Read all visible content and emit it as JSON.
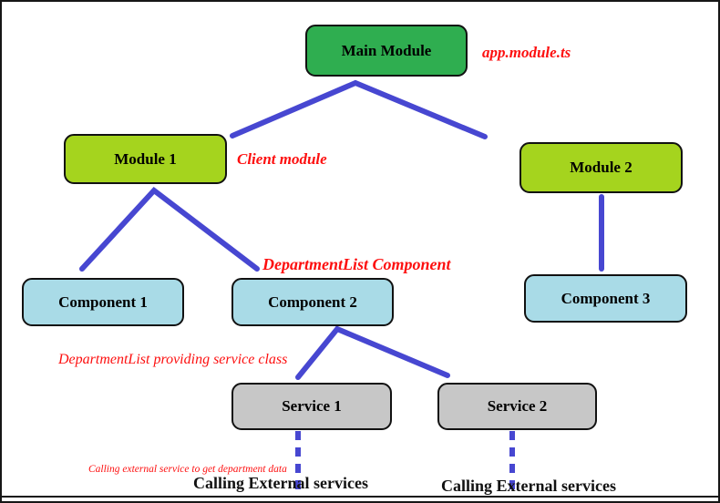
{
  "diagram": {
    "nodes": [
      {
        "id": "main-module",
        "label": "Main Module",
        "fill": "#2fae50"
      },
      {
        "id": "module-1",
        "label": "Module 1",
        "fill": "#a5d41e"
      },
      {
        "id": "module-2",
        "label": "Module 2",
        "fill": "#a5d41e"
      },
      {
        "id": "component-1",
        "label": "Component 1",
        "fill": "#a9dbe7"
      },
      {
        "id": "component-2",
        "label": "Component 2",
        "fill": "#a9dbe7"
      },
      {
        "id": "component-3",
        "label": "Component 3",
        "fill": "#a9dbe7"
      },
      {
        "id": "service-1",
        "label": "Service 1",
        "fill": "#c7c7c7"
      },
      {
        "id": "service-2",
        "label": "Service 2",
        "fill": "#c7c7c7"
      }
    ],
    "annotations": {
      "app_module_ts": "app.module.ts",
      "client_module": "Client module",
      "departmentlist_component": "DepartmentList Component",
      "departmentlist_providing": "DepartmentList providing service class",
      "calling_external_note": "Calling external service to get department data",
      "calling_external_1": "Calling External services",
      "calling_external_2": "Calling External services"
    },
    "colors": {
      "connector": "#4747d1",
      "annotation_red": "#fd0f0f",
      "node_border": "#111111",
      "main_module_green": "#2fae50",
      "module_yellowgreen": "#a5d41e",
      "component_lightblue": "#a9dbe7",
      "service_gray": "#c7c7c7"
    }
  }
}
